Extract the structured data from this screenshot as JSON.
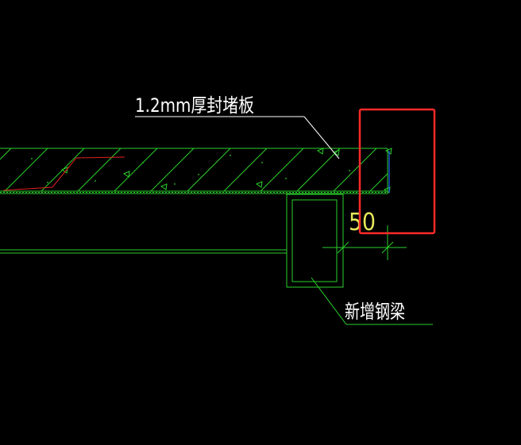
{
  "colors": {
    "background": "#000000",
    "slab": "#2bd12b",
    "annotation": "#ffffff",
    "dimension": "#e6e65a",
    "rebar": "#e02020",
    "edge_blue": "#2060ff",
    "highlight": "#ff2a2a"
  },
  "labels": {
    "sealing_plate": "1.2mm厚封堵板",
    "new_steel_beam": "新增钢梁",
    "dimension_value": "50"
  }
}
